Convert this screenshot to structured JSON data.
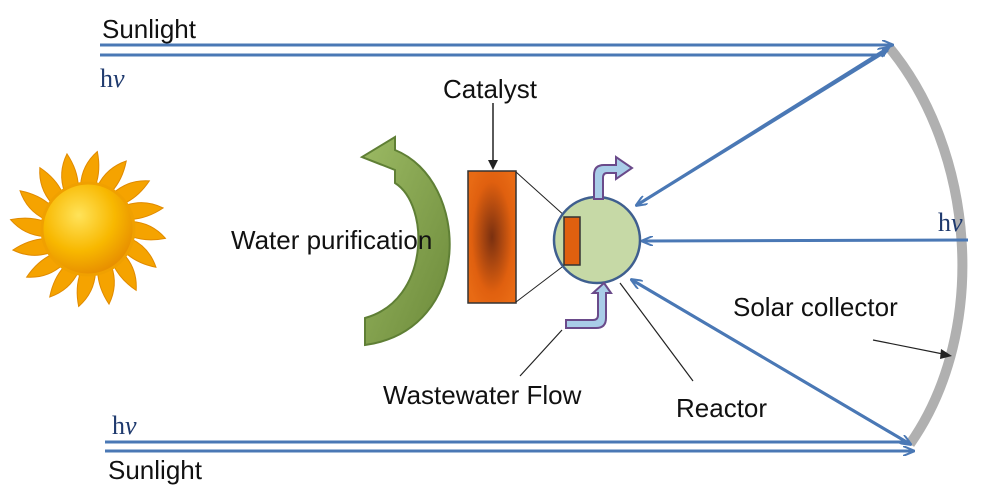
{
  "labels": {
    "sunlight_top": "Sunlight",
    "sunlight_bottom": "Sunlight",
    "hv_top_left": "h",
    "hv_top_left_nu": "ν",
    "hv_bottom_left": "h",
    "hv_bottom_left_nu": "ν",
    "hv_right": "h",
    "hv_right_nu": "ν",
    "catalyst": "Catalyst",
    "water_purification": "Water purification",
    "wastewater_flow": "Wastewater Flow",
    "reactor": "Reactor",
    "solar_collector": "Solar collector"
  },
  "icons": [
    "sun-icon",
    "purification-arrow-icon",
    "flow-out-arrow-icon",
    "flow-in-arrow-icon"
  ],
  "colors": {
    "ray": "#4a78b5",
    "collector": "#b0b0b0",
    "catalyst_outer": "#e25f0c",
    "catalyst_inner": "#7a3010",
    "reactor_fill": "#c6d9a6",
    "reactor_stroke": "#3f5f8f",
    "purification_arrow": "#7a9a4a",
    "flow_arrow_fill": "#a9cde8",
    "flow_arrow_stroke": "#6a4a8a",
    "sun_core": "#f7b500",
    "sun_rays": "#f5a300"
  }
}
